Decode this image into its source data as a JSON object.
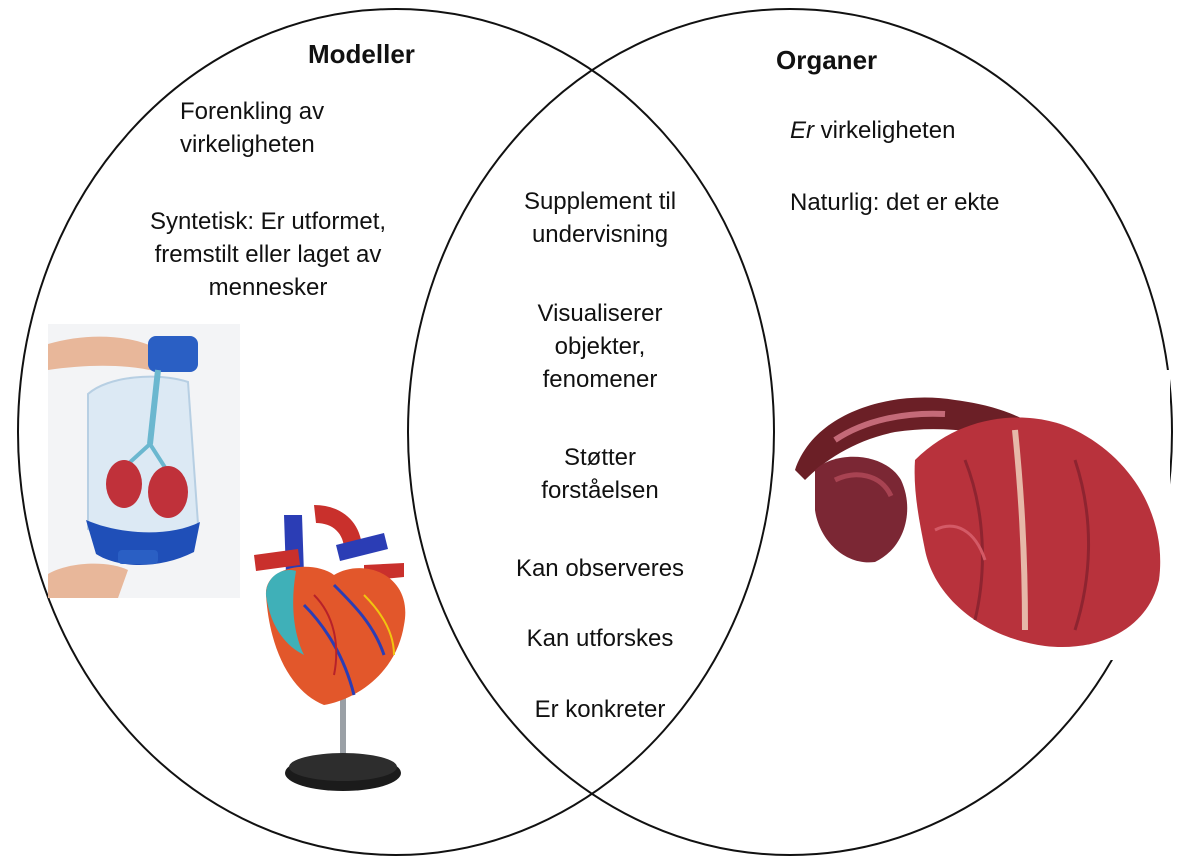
{
  "left": {
    "title": "Modeller",
    "items": [
      "Forenkling av virkeligheten",
      "Syntetisk: Er utformet, fremstilt eller laget av mennesker"
    ],
    "images": [
      "lung-model-image",
      "heart-model-image"
    ]
  },
  "right": {
    "title": "Organer",
    "item1_emphasis": "Er",
    "item1_rest": " virkeligheten",
    "item2": "Naturlig: det er ekte",
    "images": [
      "real-organs-image"
    ]
  },
  "overlap": {
    "items": [
      "Supplement til undervisning",
      "Visualiserer objekter, fenomener",
      "Støtter forståelsen",
      "Kan observeres",
      "Kan utforskes",
      "Er konkreter"
    ]
  },
  "colors": {
    "outline": "#111111",
    "organ_red": "#b8323c",
    "model_blue": "#1f4fb8"
  }
}
